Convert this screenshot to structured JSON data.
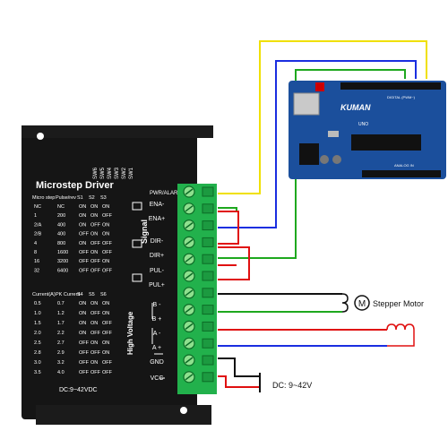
{
  "driver": {
    "title": "Microstep Driver",
    "switch_labels": [
      "SW6",
      "SW5",
      "SW4",
      "SW3",
      "SW2",
      "SW1"
    ],
    "micro_table": {
      "headers": [
        "Micro step",
        "Pulse/rev",
        "S1",
        "S2",
        "S3"
      ],
      "rows": [
        [
          "NC",
          "NC",
          "ON",
          "ON",
          "ON"
        ],
        [
          "1",
          "200",
          "ON",
          "ON",
          "OFF"
        ],
        [
          "2/A",
          "400",
          "ON",
          "OFF",
          "ON"
        ],
        [
          "2/B",
          "400",
          "OFF",
          "ON",
          "ON"
        ],
        [
          "4",
          "800",
          "ON",
          "OFF",
          "OFF"
        ],
        [
          "8",
          "1600",
          "OFF",
          "ON",
          "OFF"
        ],
        [
          "16",
          "3200",
          "OFF",
          "OFF",
          "ON"
        ],
        [
          "32",
          "6400",
          "OFF",
          "OFF",
          "OFF"
        ]
      ]
    },
    "current_table": {
      "headers": [
        "Current(A)",
        "PK Current",
        "S4",
        "S5",
        "S6"
      ],
      "rows": [
        [
          "0.5",
          "0.7",
          "ON",
          "ON",
          "ON"
        ],
        [
          "1.0",
          "1.2",
          "ON",
          "OFF",
          "ON"
        ],
        [
          "1.5",
          "1.7",
          "ON",
          "ON",
          "OFF"
        ],
        [
          "2.0",
          "2.2",
          "ON",
          "OFF",
          "OFF"
        ],
        [
          "2.5",
          "2.7",
          "OFF",
          "ON",
          "ON"
        ],
        [
          "2.8",
          "2.9",
          "OFF",
          "OFF",
          "ON"
        ],
        [
          "3.0",
          "3.2",
          "OFF",
          "ON",
          "OFF"
        ],
        [
          "3.5",
          "4.0",
          "OFF",
          "OFF",
          "OFF"
        ]
      ]
    },
    "pwr_label": "PWR/ALARM",
    "signal_label": "Signal",
    "hv_label": "High Voltage",
    "terminals": [
      "ENA-",
      "ENA+",
      "DIR-",
      "DIR+",
      "PUL-",
      "PUL+",
      "B -",
      "B +",
      "A -",
      "A +",
      "GND",
      "VCC"
    ],
    "voltage_label": "DC:9~42VDC"
  },
  "arduino": {
    "brand": "KUMAN",
    "texts": [
      "DIGITAL (PWM~)",
      "ANALOG IN",
      "UNO"
    ]
  },
  "motor": {
    "symbol": "M",
    "label": "Stepper Motor"
  },
  "power_supply": {
    "label": "DC: 9~42V"
  },
  "colors": {
    "yellow": "#f0e000",
    "green": "#1ea81e",
    "blue": "#1a2ee0",
    "red": "#e01010",
    "black": "#111111",
    "terminal_green": "#22b14c",
    "arduino_blue": "#1b4f9c",
    "driver_black": "#151515"
  }
}
